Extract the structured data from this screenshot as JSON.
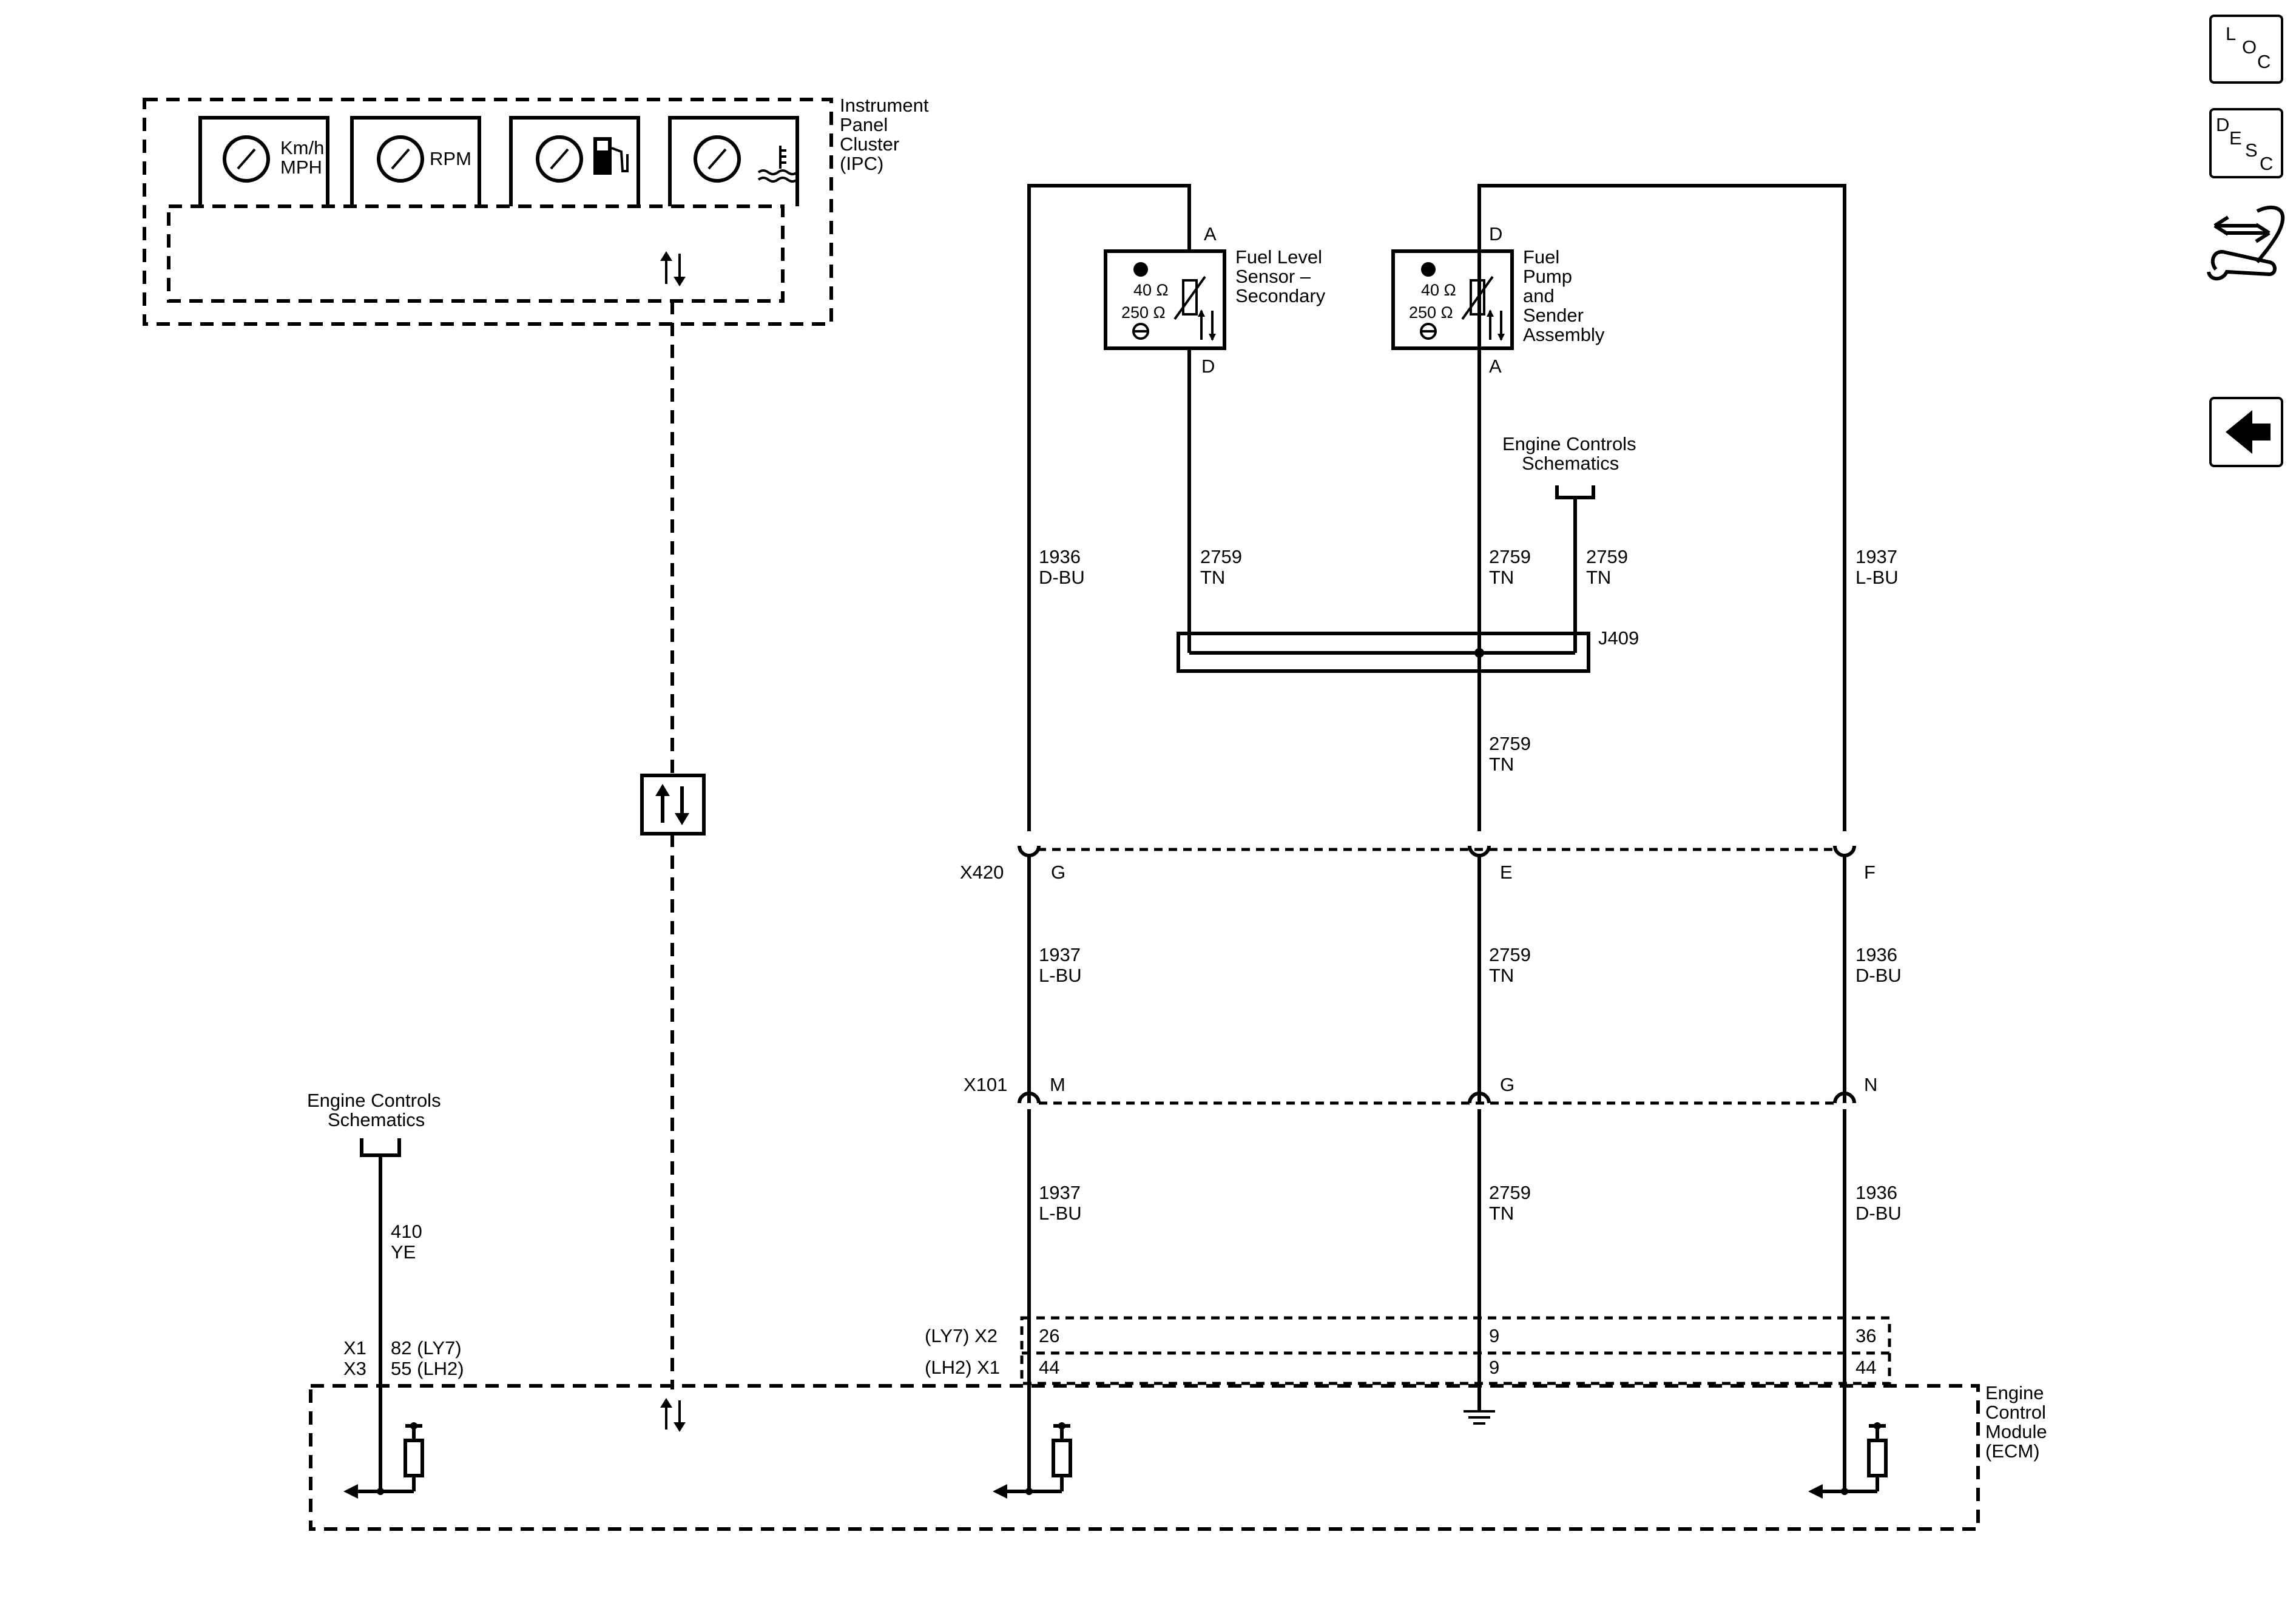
{
  "nav": {
    "loc": [
      "L",
      "O",
      "C"
    ],
    "desc": [
      "D",
      "E",
      "S",
      "C"
    ]
  },
  "ipc": {
    "name": [
      "Instrument",
      "Panel",
      "Cluster",
      "(IPC)"
    ],
    "speedo": [
      "Km/h",
      "MPH"
    ],
    "tach": "RPM"
  },
  "fuel_level_sensor_secondary": {
    "name": [
      "Fuel Level",
      "Sensor –",
      "Secondary"
    ],
    "pin_top": "A",
    "pin_bottom": "D",
    "full_value": "40 Ω",
    "empty_value": "250 Ω"
  },
  "fuel_pump_sender": {
    "name": [
      "Fuel",
      "Pump",
      "and",
      "Sender",
      "Assembly"
    ],
    "pin_top": "D",
    "pin_bottom": "A",
    "full_value": "40 Ω",
    "empty_value": "250 Ω"
  },
  "engine_controls_ref_top": [
    "Engine Controls",
    "Schematics"
  ],
  "engine_controls_ref_left": [
    "Engine Controls",
    "Schematics"
  ],
  "wires": {
    "w1936_top": [
      "1936",
      "D-BU"
    ],
    "w2759_a": [
      "2759",
      "TN"
    ],
    "w2759_b": [
      "2759",
      "TN"
    ],
    "w2759_c": [
      "2759",
      "TN"
    ],
    "w1937_top": [
      "1937",
      "L-BU"
    ],
    "w2759_splice": [
      "2759",
      "TN"
    ],
    "w1937_mid": [
      "1937",
      "L-BU"
    ],
    "w2759_mid": [
      "2759",
      "TN"
    ],
    "w1936_mid": [
      "1936",
      "D-BU"
    ],
    "w1937_low": [
      "1937",
      "L-BU"
    ],
    "w2759_low": [
      "2759",
      "TN"
    ],
    "w1936_low": [
      "1936",
      "D-BU"
    ],
    "w410": [
      "410",
      "YE"
    ]
  },
  "splice": "J409",
  "connectors": {
    "x420": {
      "name": "X420",
      "pins": [
        "G",
        "E",
        "F"
      ]
    },
    "x101": {
      "name": "X101",
      "pins": [
        "M",
        "G",
        "N"
      ]
    }
  },
  "ecm": {
    "name": [
      "Engine",
      "Control",
      "Module",
      "(ECM)"
    ],
    "conn_left": [
      "X1",
      "X3"
    ],
    "pins_left": [
      "82 (LY7)",
      "55 (LH2)"
    ],
    "conn_mid": [
      "(LY7) X2",
      "(LH2) X1"
    ],
    "pins_c1": [
      "26",
      "44"
    ],
    "pins_c2": [
      "9",
      "9"
    ],
    "pins_c3": [
      "36",
      "44"
    ]
  }
}
